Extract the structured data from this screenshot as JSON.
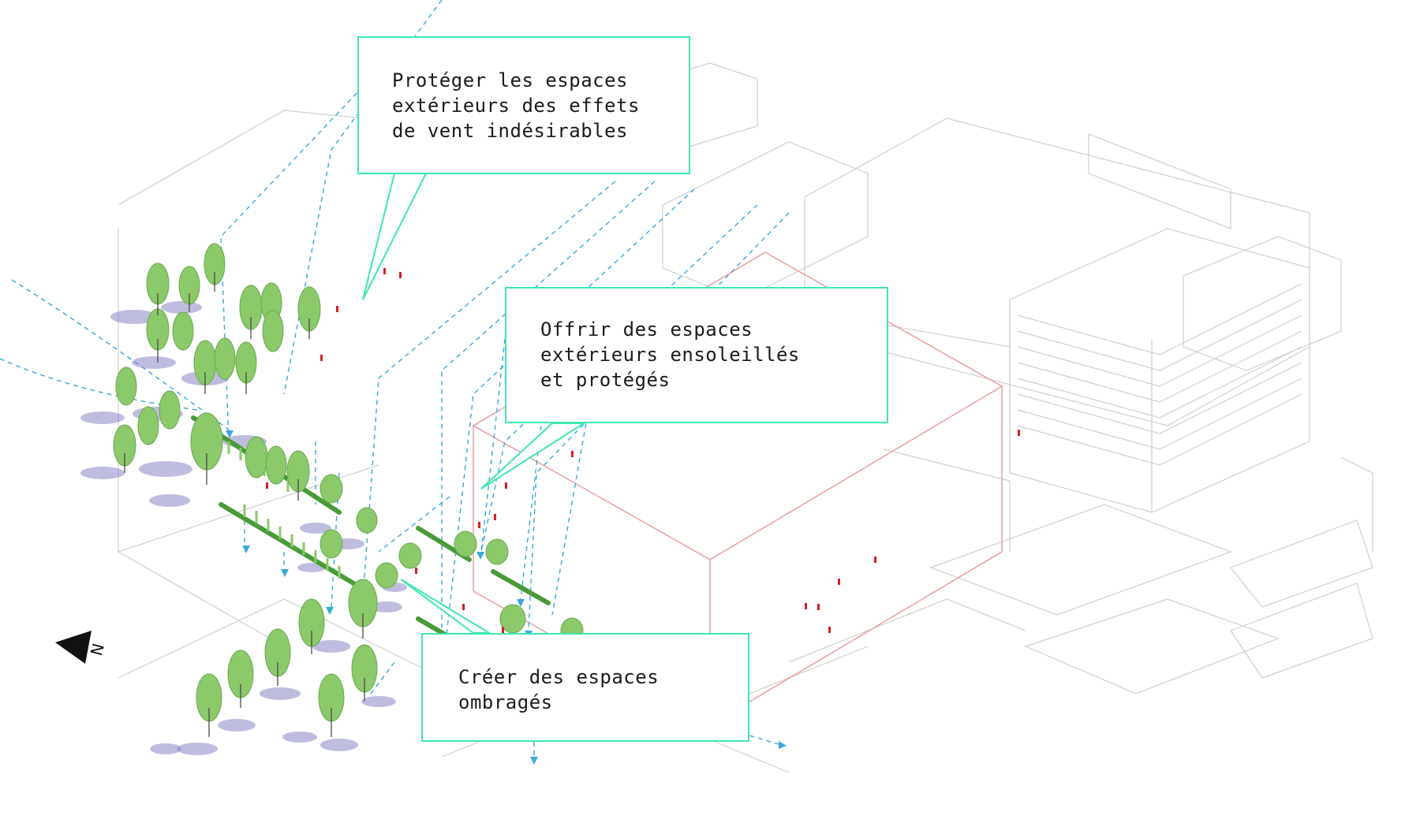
{
  "callouts": [
    {
      "id": "wind",
      "text": "Protéger les espaces\nextérieurs des effets\nde vent indésirables"
    },
    {
      "id": "sun",
      "text": "Offrir des espaces\nextérieurs ensoleillés\net protégés"
    },
    {
      "id": "shade",
      "text": "Créer des espaces\nombragés"
    }
  ],
  "north_arrow": {
    "label": "N"
  },
  "colors": {
    "callout_border": "#3ee6b4",
    "wind_lines": "#3aa8dc",
    "building_outline": "#e8a0a0",
    "trees": "#8bc96a",
    "tree_shadows": "#8a86c4",
    "hedges": "#4a9a3a",
    "people": "#d42020",
    "context_lines": "#c8c8c8"
  }
}
